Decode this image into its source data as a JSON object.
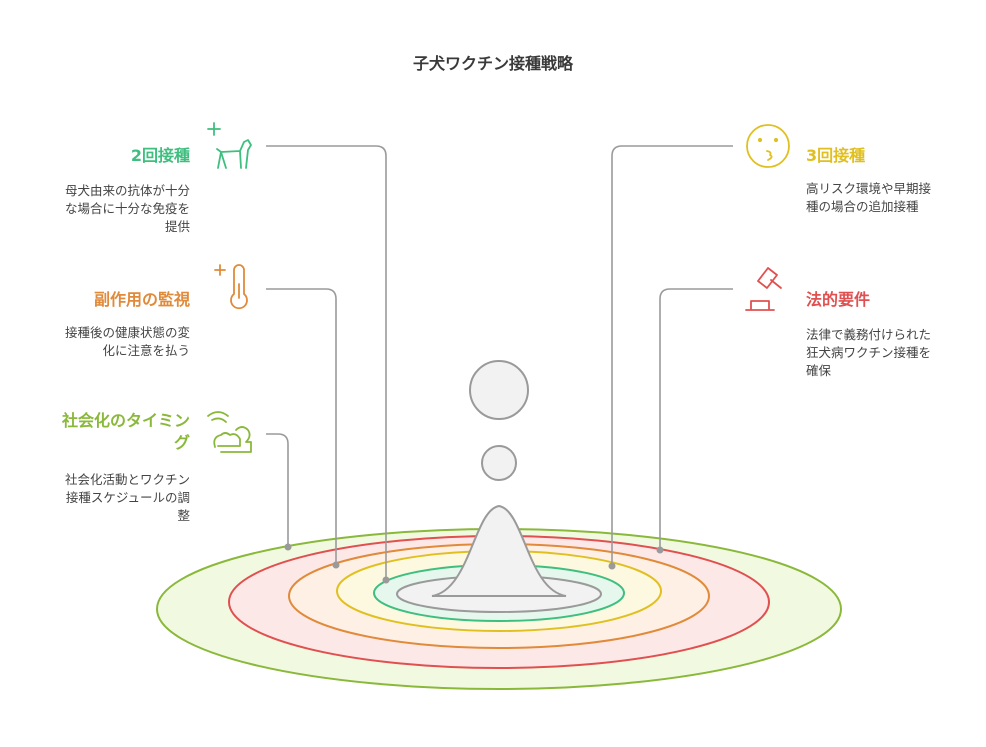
{
  "title": "子犬ワクチン接種戦略",
  "colors": {
    "green": "#3fbf7f",
    "orange": "#e08a3a",
    "olive": "#8ab83a",
    "yellow": "#e0c020",
    "red": "#e05050",
    "connector": "#9a9a9a"
  },
  "items": {
    "two_doses": {
      "heading": "2回接種",
      "desc_lines": [
        "母犬由来の抗体が十分",
        "な場合に十分な免疫を",
        "提供"
      ],
      "icon": "dog-plus-icon"
    },
    "side_effects": {
      "heading": "副作用の監視",
      "desc_lines": [
        "接種後の健康状態の変",
        "化に注意を払う"
      ],
      "icon": "thermometer-icon"
    },
    "socialization": {
      "heading_lines": [
        "社会化のタイミン",
        "グ"
      ],
      "desc_lines": [
        "社会化活動とワクチン",
        "接種スケジュールの調",
        "整"
      ],
      "icon": "playing-dogs-icon"
    },
    "three_doses": {
      "heading": "3回接種",
      "desc_lines": [
        "高リスク環境や早期接",
        "種の場合の追加接種"
      ],
      "icon": "face-icon"
    },
    "legal": {
      "heading": "法的要件",
      "desc_lines": [
        "法律で義務付けられた",
        "狂犬病ワクチン接種を",
        "確保"
      ],
      "icon": "gavel-icon"
    }
  }
}
